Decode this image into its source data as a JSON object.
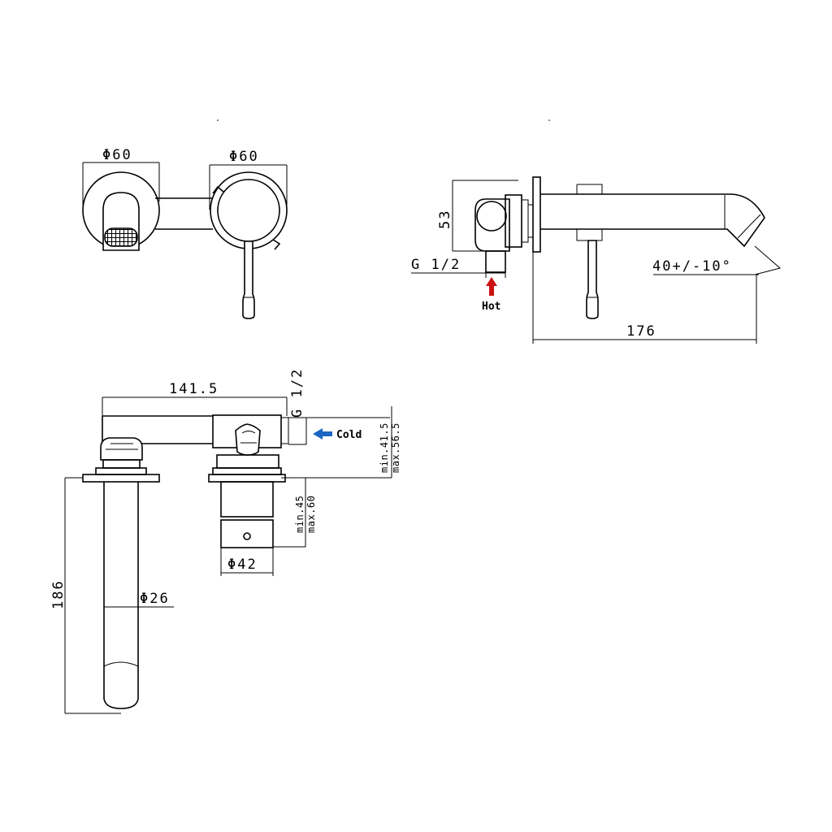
{
  "dimensions": {
    "front_left_diameter": "Φ60",
    "front_right_diameter": "Φ60",
    "side_height": "53",
    "side_thread": "G 1/2",
    "spout_angle": "40+/-10°",
    "side_length": "176",
    "top_length": "141.5",
    "top_thread": "G 1/2",
    "wall_depth_1": "min.41.5",
    "wall_depth_2": "max.56.5",
    "body_depth_1": "min.45",
    "body_depth_2": "max.60",
    "body_diameter": "Φ42",
    "spout_height": "186",
    "spout_diameter": "Φ26"
  },
  "labels": {
    "hot": "Hot",
    "cold": "Cold"
  },
  "colors": {
    "hot_arrow": "#cc1111",
    "cold_arrow": "#1a66c2"
  }
}
